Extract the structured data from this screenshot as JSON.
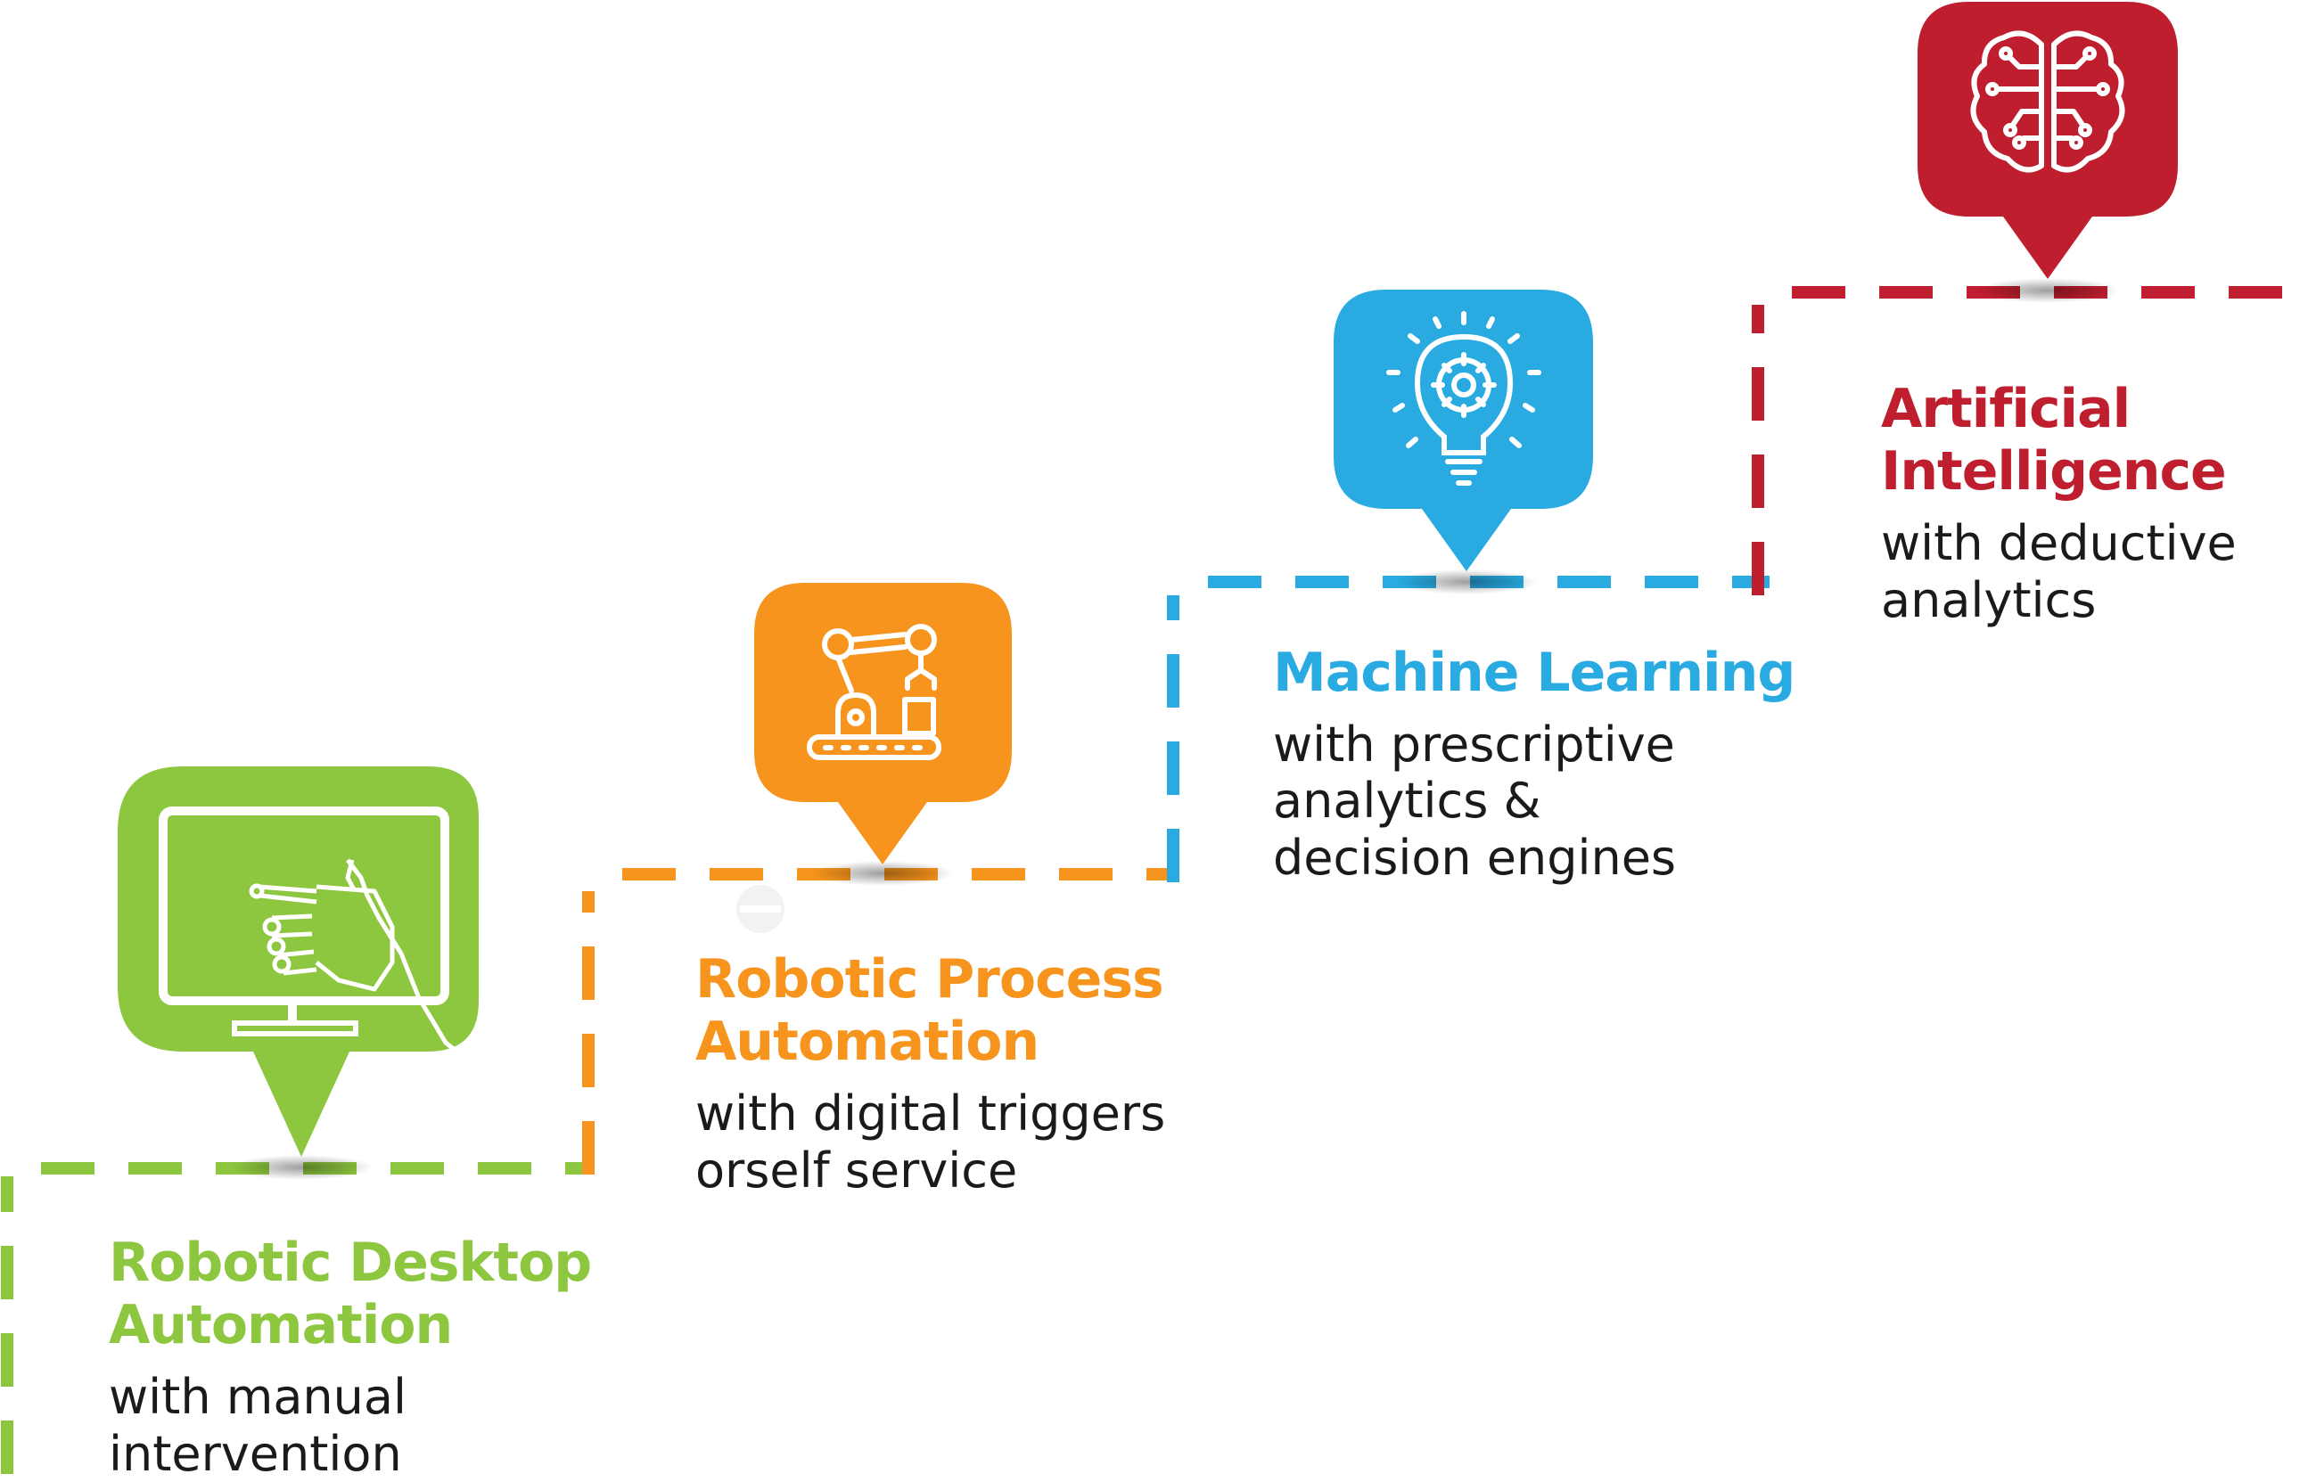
{
  "colors": {
    "green": "#8dc63f",
    "orange": "#f7941d",
    "blue": "#29abe2",
    "red": "#be1e2d",
    "text": "#1a1a1a"
  },
  "steps": [
    {
      "title_lines": [
        "Robotic Desktop",
        "Automation"
      ],
      "desc_lines": [
        "with manual",
        "intervention"
      ],
      "icon": "robot-hand-monitor-icon"
    },
    {
      "title_lines": [
        "Robotic Process",
        "Automation"
      ],
      "desc_lines": [
        "with digital triggers",
        "orself service"
      ],
      "icon": "robotic-arms-conveyor-icon"
    },
    {
      "title_lines": [
        "Machine Learning"
      ],
      "desc_lines": [
        "with prescriptive",
        "analytics &",
        "decision engines"
      ],
      "icon": "lightbulb-gear-icon"
    },
    {
      "title_lines": [
        "Artificial",
        "Intelligence"
      ],
      "desc_lines": [
        "with deductive",
        "analytics"
      ],
      "icon": "circuit-brain-icon"
    }
  ]
}
